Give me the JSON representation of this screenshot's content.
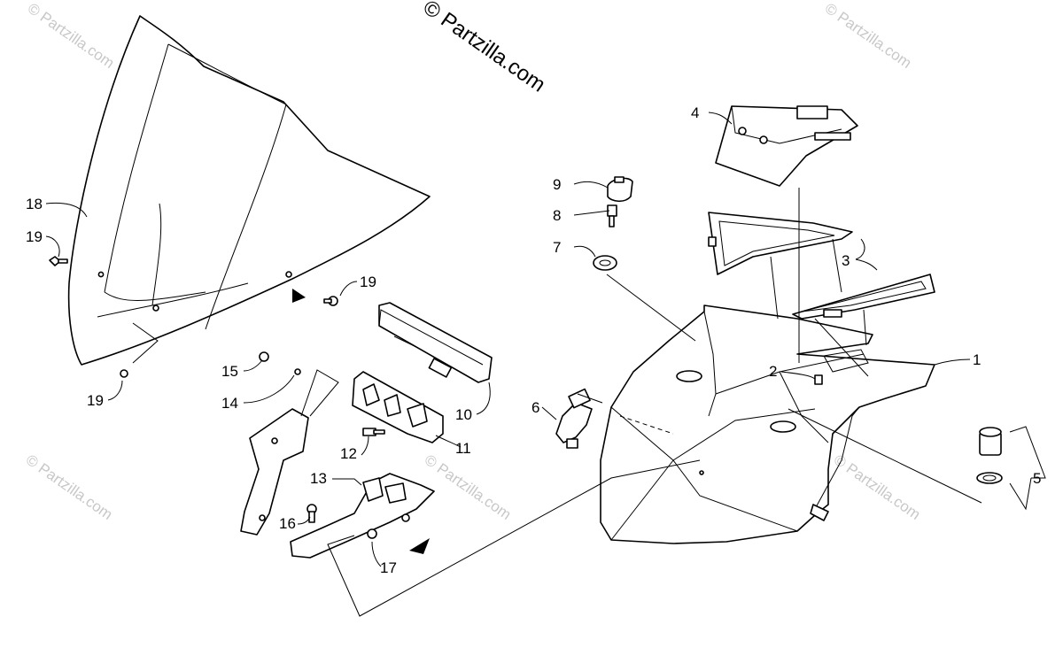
{
  "watermark": {
    "main": "© Partzilla.com",
    "faint": "© Partzilla.com"
  },
  "callouts": {
    "p1": "1",
    "p2": "2",
    "p3": "3",
    "p4": "4",
    "p5": "5",
    "p6": "6",
    "p7": "7",
    "p8": "8",
    "p9": "9",
    "p10": "10",
    "p11": "11",
    "p12": "12",
    "p13": "13",
    "p14": "14",
    "p15": "15",
    "p16": "16",
    "p17": "17",
    "p18": "18",
    "p19a": "19",
    "p19b": "19",
    "p19c": "19"
  }
}
